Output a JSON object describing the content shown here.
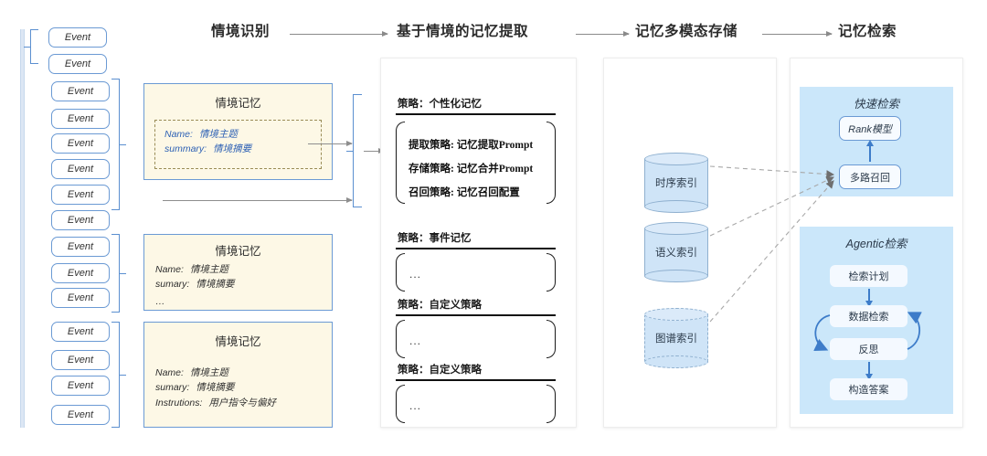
{
  "header": {
    "steps": [
      {
        "label": "情境识别"
      },
      {
        "label": "基于情境的记忆提取"
      },
      {
        "label": "记忆多模态存储"
      },
      {
        "label": "记忆检索"
      }
    ]
  },
  "events": {
    "label": "Event",
    "count": 15,
    "groups": [
      {
        "size": 8
      },
      {
        "size": 3
      },
      {
        "size": 4
      }
    ]
  },
  "memory_cards": [
    {
      "title": "情境记忆",
      "boxed": true,
      "rows": [
        {
          "key": "Name:",
          "value": "情境主题"
        },
        {
          "key": "summary:",
          "value": "情境摘要"
        }
      ]
    },
    {
      "title": "情境记忆",
      "boxed": false,
      "rows": [
        {
          "key": "Name:",
          "value": "情境主题"
        },
        {
          "key": "sumary:",
          "value": "情境摘要"
        },
        {
          "key": "…",
          "value": ""
        }
      ]
    },
    {
      "title": "情境记忆",
      "boxed": false,
      "rows": [
        {
          "key": "Name:",
          "value": "情境主题"
        },
        {
          "key": "sumary:",
          "value": "情境摘要"
        },
        {
          "key": "Instrutions:",
          "value": "用户指令与偏好"
        }
      ]
    }
  ],
  "strategies": [
    {
      "title": "策略：个性化记忆",
      "lines": [
        {
          "key": "提取策略:",
          "value": "记忆提取Prompt"
        },
        {
          "key": "存储策略:",
          "value": "记忆合并Prompt"
        },
        {
          "key": "召回策略:",
          "value": "记忆召回配置"
        }
      ]
    },
    {
      "title": "策略：事件记忆",
      "lines": [],
      "placeholder": "..."
    },
    {
      "title": "策略：自定义策略",
      "lines": [],
      "placeholder": "..."
    },
    {
      "title": "策略：自定义策略",
      "lines": [],
      "placeholder": "..."
    }
  ],
  "storage": {
    "indexes": [
      {
        "label": "时序索引",
        "style": "solid"
      },
      {
        "label": "语义索引",
        "style": "solid"
      },
      {
        "label": "图谱索引",
        "style": "dashed"
      }
    ]
  },
  "retrieval": {
    "fast": {
      "title": "快速检索",
      "nodes": [
        {
          "label": "Rank模型",
          "italic": true
        },
        {
          "label": "多路召回",
          "italic": false
        }
      ]
    },
    "agentic": {
      "title": "Agentic检索",
      "nodes": [
        {
          "label": "检索计划"
        },
        {
          "label": "数据检索"
        },
        {
          "label": "反思"
        },
        {
          "label": "构造答案"
        }
      ]
    }
  },
  "colors": {
    "event_border": "#6b9ad4",
    "card_bg": "#fdf8e6",
    "panel_blue": "#cbe7fa",
    "cylinder_fill": "#cfe4f7",
    "arrow_gray": "#8e8e8e",
    "accent_blue": "#3d7cc9"
  }
}
